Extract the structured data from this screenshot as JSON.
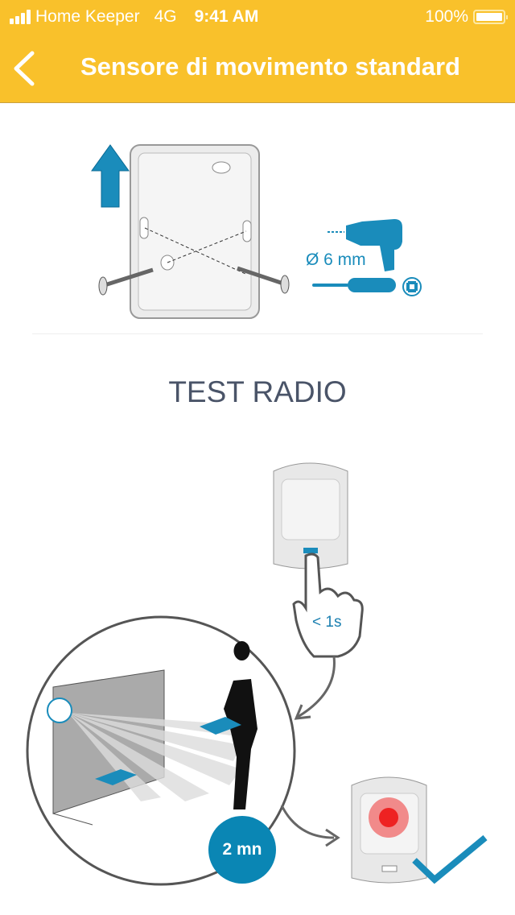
{
  "status_bar": {
    "carrier": "Home Keeper",
    "network": "4G",
    "time": "9:41 AM",
    "battery": "100%"
  },
  "header": {
    "title": "Sensore di movimento standard",
    "back_icon": "chevron-left-icon"
  },
  "install": {
    "drill_diameter": "Ø 6 mm"
  },
  "section": {
    "title": "TEST RADIO"
  },
  "test": {
    "press_duration": "< 1s",
    "timer": "2 mn"
  },
  "colors": {
    "header": "#f9c12b",
    "accent": "#0a86b4"
  }
}
